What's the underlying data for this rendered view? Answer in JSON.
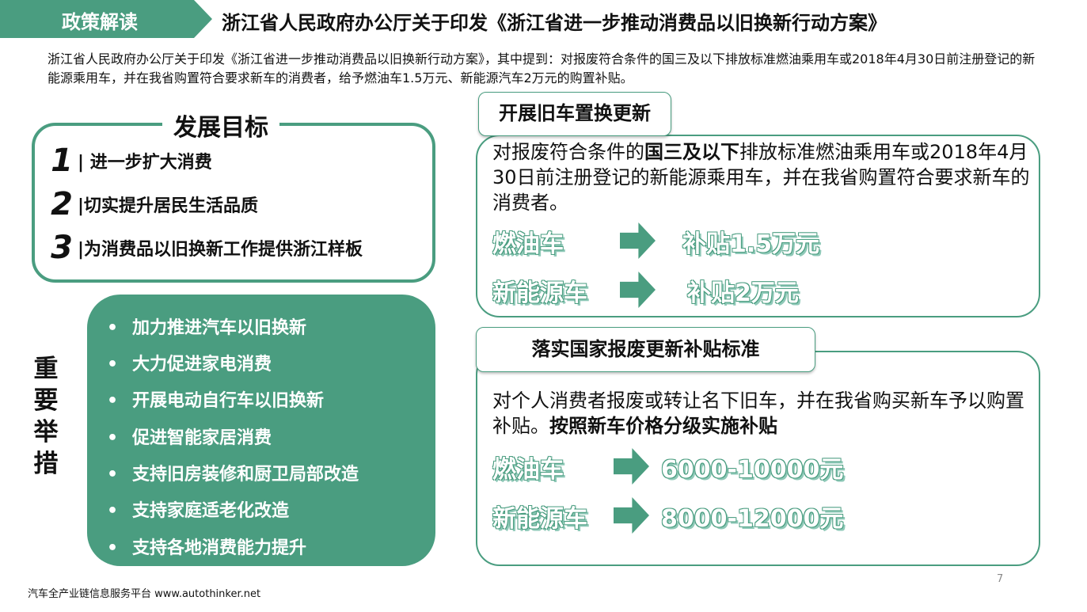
{
  "header": {
    "tag": "政策解读",
    "title": "浙江省人民政府办公厅关于印发《浙江省进一步推动消费品以旧换新行动方案》"
  },
  "intro": "浙江省人民政府办公厅关于印发《浙江省进一步推动消费品以旧换新行动方案》，其中提到：对报废符合条件的国三及以下排放标准燃油乘用车或2018年4月30日前注册登记的新能源乘用车，并在我省购置符合要求新车的消费者，给予燃油车1.5万元、新能源汽车2万元的购置补贴。",
  "goals": {
    "title": "发展目标",
    "items": [
      {
        "num": "1",
        "text": "| 进一步扩大消费"
      },
      {
        "num": "2",
        "text": "|切实提升居民生活品质"
      },
      {
        "num": "3",
        "text": "|为消费品以旧换新工作提供浙江样板"
      }
    ]
  },
  "measures": {
    "title": "重要举措",
    "bullet": "•",
    "items": [
      "加力推进汽车以旧换新",
      "大力促进家电消费",
      "开展电动自行车以旧换新",
      "促进智能家居消费",
      "支持旧房装修和厨卫局部改造",
      "支持家庭适老化改造",
      "支持各地消费能力提升"
    ]
  },
  "panel1": {
    "tab": "开展旧车置换更新",
    "text_pre": "对报废符合条件的",
    "text_bold": "国三及以下",
    "text_post": "排放标准燃油乘用车或2018年4月30日前注册登记的新能源乘用车，并在我省购置符合要求新车的消费者。",
    "rows": [
      {
        "label": "燃油车",
        "value": "补贴1.5万元"
      },
      {
        "label": "新能源车",
        "value": "补贴2万元"
      }
    ]
  },
  "panel2": {
    "tab": "落实国家报废更新补贴标准",
    "text_pre": "对个人消费者报废或转让名下旧车，并在我省购买新车予以购置补贴。",
    "text_bold": "按照新车价格分级实施补贴",
    "rows": [
      {
        "label": "燃油车",
        "value": "6000-10000元"
      },
      {
        "label": "新能源车",
        "value": "8000-12000元"
      }
    ]
  },
  "footer": "汽车全产业链信息服务平台 www.autothinker.net",
  "page_number": "7",
  "colors": {
    "accent": "#4a9d80"
  }
}
